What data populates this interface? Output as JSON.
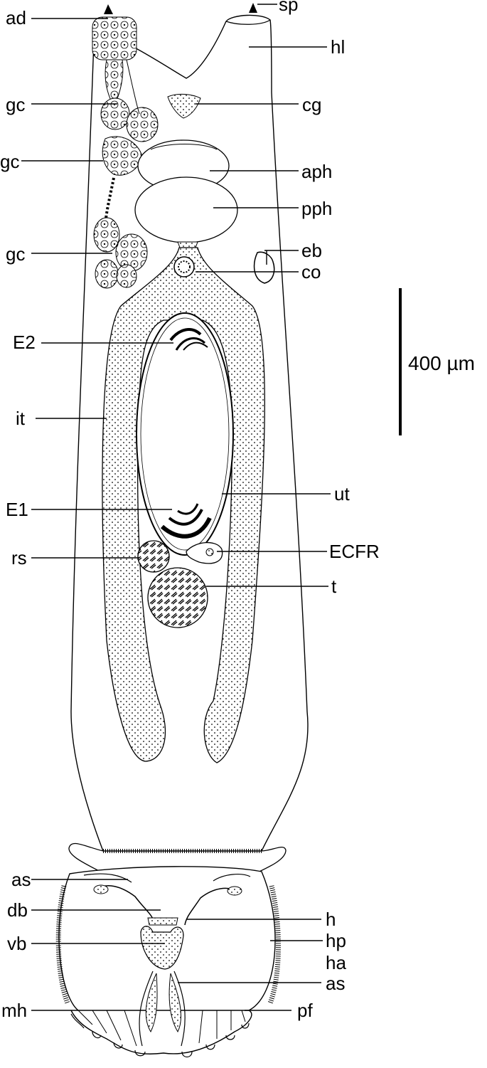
{
  "labels": {
    "ad": "ad",
    "sp": "sp",
    "hl": "hl",
    "gc_1": "gc",
    "cg": "cg",
    "gc_2": "gc",
    "aph": "aph",
    "pph": "pph",
    "gc_3": "gc",
    "eb": "eb",
    "co": "co",
    "e2": "E2",
    "it": "it",
    "ut": "ut",
    "e1": "E1",
    "rs": "rs",
    "ecfr": "ECFR",
    "t": "t",
    "as_1": "as",
    "db": "db",
    "h": "h",
    "hp": "hp",
    "vb": "vb",
    "ha": "ha",
    "as_2": "as",
    "mh": "mh",
    "pf": "pf"
  },
  "scale_bar": {
    "label": "400 µm"
  },
  "colors": {
    "ink": "#000000",
    "paper": "#ffffff",
    "stipple": "#f2f2f2"
  }
}
